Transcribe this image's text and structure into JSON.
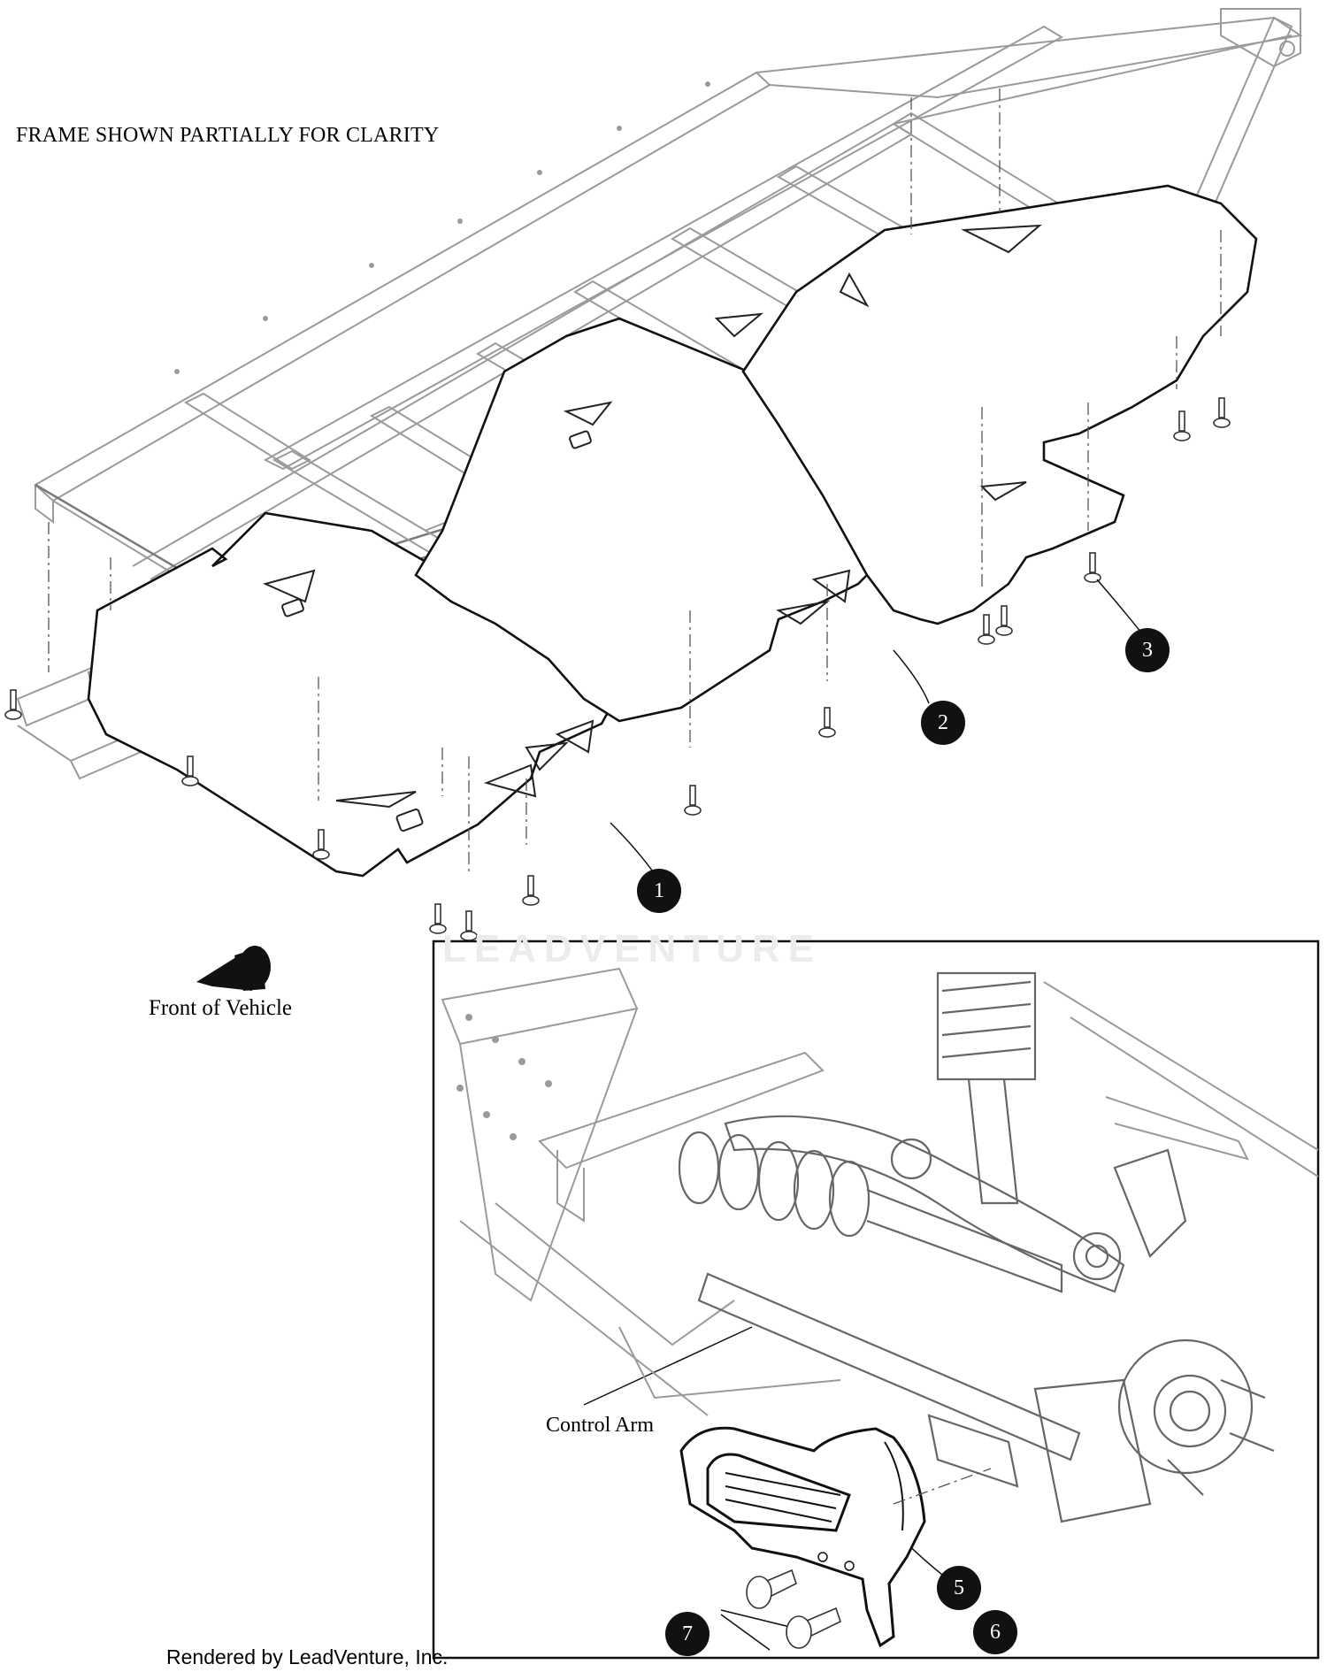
{
  "header": {
    "note": "FRAME SHOWN PARTIALLY FOR CLARITY"
  },
  "labels": {
    "front_of_vehicle": "Front of Vehicle",
    "control_arm": "Control Arm"
  },
  "callouts": {
    "c1": "1",
    "c2": "2",
    "c3": "3",
    "c5": "5",
    "c6": "6",
    "c7": "7"
  },
  "watermark": "LEADVENTURE",
  "footer": "Rendered by LeadVenture, Inc.",
  "icons": {
    "front_arrow": "arrow-cone-icon",
    "callout": "filled-circle-icon"
  },
  "colors": {
    "line": "#111111",
    "frame": "#9a9a9a",
    "callout_fill": "#111111",
    "callout_text": "#ffffff"
  }
}
